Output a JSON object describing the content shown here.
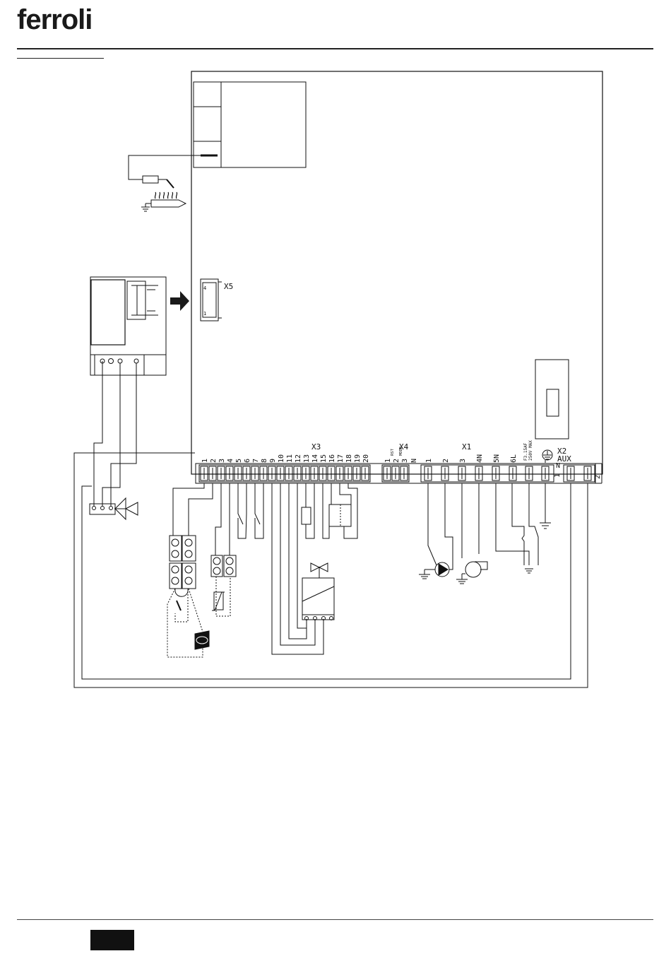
{
  "header": {
    "logo_text": "ferroli"
  },
  "board": {
    "x5_label": "X5",
    "x5_pins": [
      "4",
      "1"
    ],
    "x3_label": "X3",
    "x4_label": "X4",
    "x1_label": "X1",
    "x2_label": "X2",
    "aux_label": "AUX",
    "x3_pins": [
      "1",
      "2",
      "3",
      "4",
      "5",
      "6",
      "7",
      "8",
      "9",
      "10",
      "11",
      "12",
      "13",
      "14",
      "15",
      "16",
      "17",
      "18",
      "19",
      "20"
    ],
    "x4_pins": [
      "1",
      "2",
      "3"
    ],
    "x4_pin_notes": [
      "RST",
      "MODE",
      ""
    ],
    "x1_pins": [
      "N",
      "1",
      "2",
      "3",
      "4N",
      "5N",
      "6L"
    ],
    "x2_pins": [
      "N",
      "1",
      "2"
    ],
    "fuse_label": "F3.15AF",
    "voltage_label": "250V MAX"
  },
  "icons": {
    "ground": "ground-icon",
    "pump": "pump-icon",
    "fan": "fan-icon",
    "valve": "three-way-valve-icon",
    "gas_valve": "gas-valve-icon",
    "ntc": "ntc-sensor-icon",
    "arrow": "arrow-right-icon"
  },
  "colors": {
    "line": "#111111",
    "arrow": "#1a1a1a"
  }
}
